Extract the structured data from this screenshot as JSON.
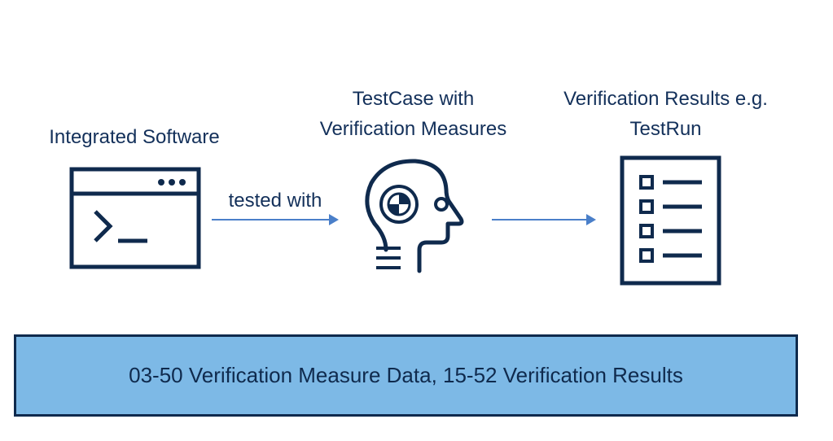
{
  "labels": {
    "integrated_software": "Integrated Software",
    "testcase_line1": "TestCase with",
    "testcase_line2": "Verification Measures",
    "results_line1": "Verification Results e.g.",
    "results_line2": "TestRun",
    "tested_with": "tested with"
  },
  "icons": {
    "terminal": "terminal-window-icon",
    "head": "head-with-crash-test-target-icon",
    "checklist": "checklist-document-icon",
    "arrow": "arrow-right-icon"
  },
  "banner": {
    "text": "03-50 Verification Measure Data, 15-52 Verification Results"
  },
  "colors": {
    "icon_stroke": "#0f2a4d",
    "text": "#13305a",
    "arrow": "#4a7fc9",
    "banner_fill": "#7db9e6",
    "banner_border": "#0f2a4d"
  }
}
